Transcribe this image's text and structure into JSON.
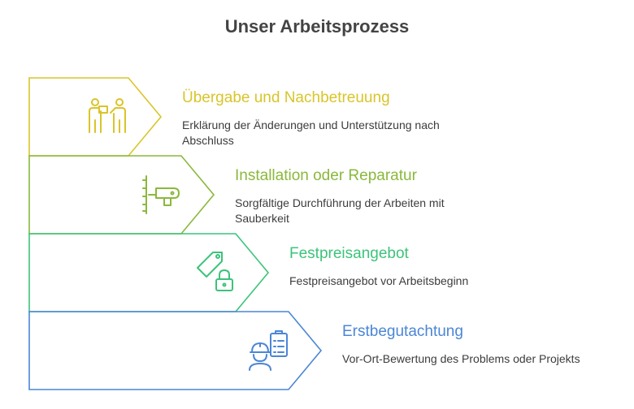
{
  "title": "Unser Arbeitsprozess",
  "steps": [
    {
      "title": "Übergabe und Nachbetreuung",
      "desc": "Erklärung der Änderungen und Unterstützung nach Abschluss",
      "color": "#d9c52a",
      "icon": "handover-people-icon"
    },
    {
      "title": "Installation oder Reparatur",
      "desc": "Sorgfältige Durchführung der Arbeiten mit Sauberkeit",
      "color": "#8ab83c",
      "icon": "drill-icon"
    },
    {
      "title": "Festpreisangebot",
      "desc": "Festpreisangebot vor Arbeitsbeginn",
      "color": "#3cc37a",
      "icon": "price-tag-lock-icon"
    },
    {
      "title": "Erstbegutachtung",
      "desc": "Vor-Ort-Bewertung des Problems oder Projekts",
      "color": "#4b86d6",
      "icon": "inspector-clipboard-icon"
    }
  ]
}
